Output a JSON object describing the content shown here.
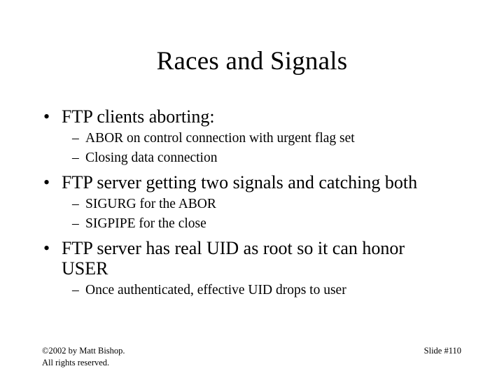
{
  "slide": {
    "title": "Races and Signals",
    "bullets": [
      {
        "level": 1,
        "marker": "•",
        "text": "FTP clients aborting:"
      },
      {
        "level": 2,
        "marker": "–",
        "text": "ABOR on control connection with urgent flag set"
      },
      {
        "level": 2,
        "marker": "–",
        "text": "Closing data connection"
      },
      {
        "level": 1,
        "marker": "•",
        "text": "FTP server getting two signals and catching both"
      },
      {
        "level": 2,
        "marker": "–",
        "text": "SIGURG for the ABOR"
      },
      {
        "level": 2,
        "marker": "–",
        "text": "SIGPIPE for the close"
      },
      {
        "level": 1,
        "marker": "•",
        "text": "FTP server has real UID as root so it can honor USER"
      },
      {
        "level": 2,
        "marker": "–",
        "text": "Once authenticated, effective UID drops to user"
      }
    ],
    "footer": {
      "copyright": "©2002 by Matt Bishop.\nAll rights reserved.",
      "slide_number": "Slide #110"
    },
    "colors": {
      "background": "#ffffff",
      "text": "#000000"
    }
  }
}
